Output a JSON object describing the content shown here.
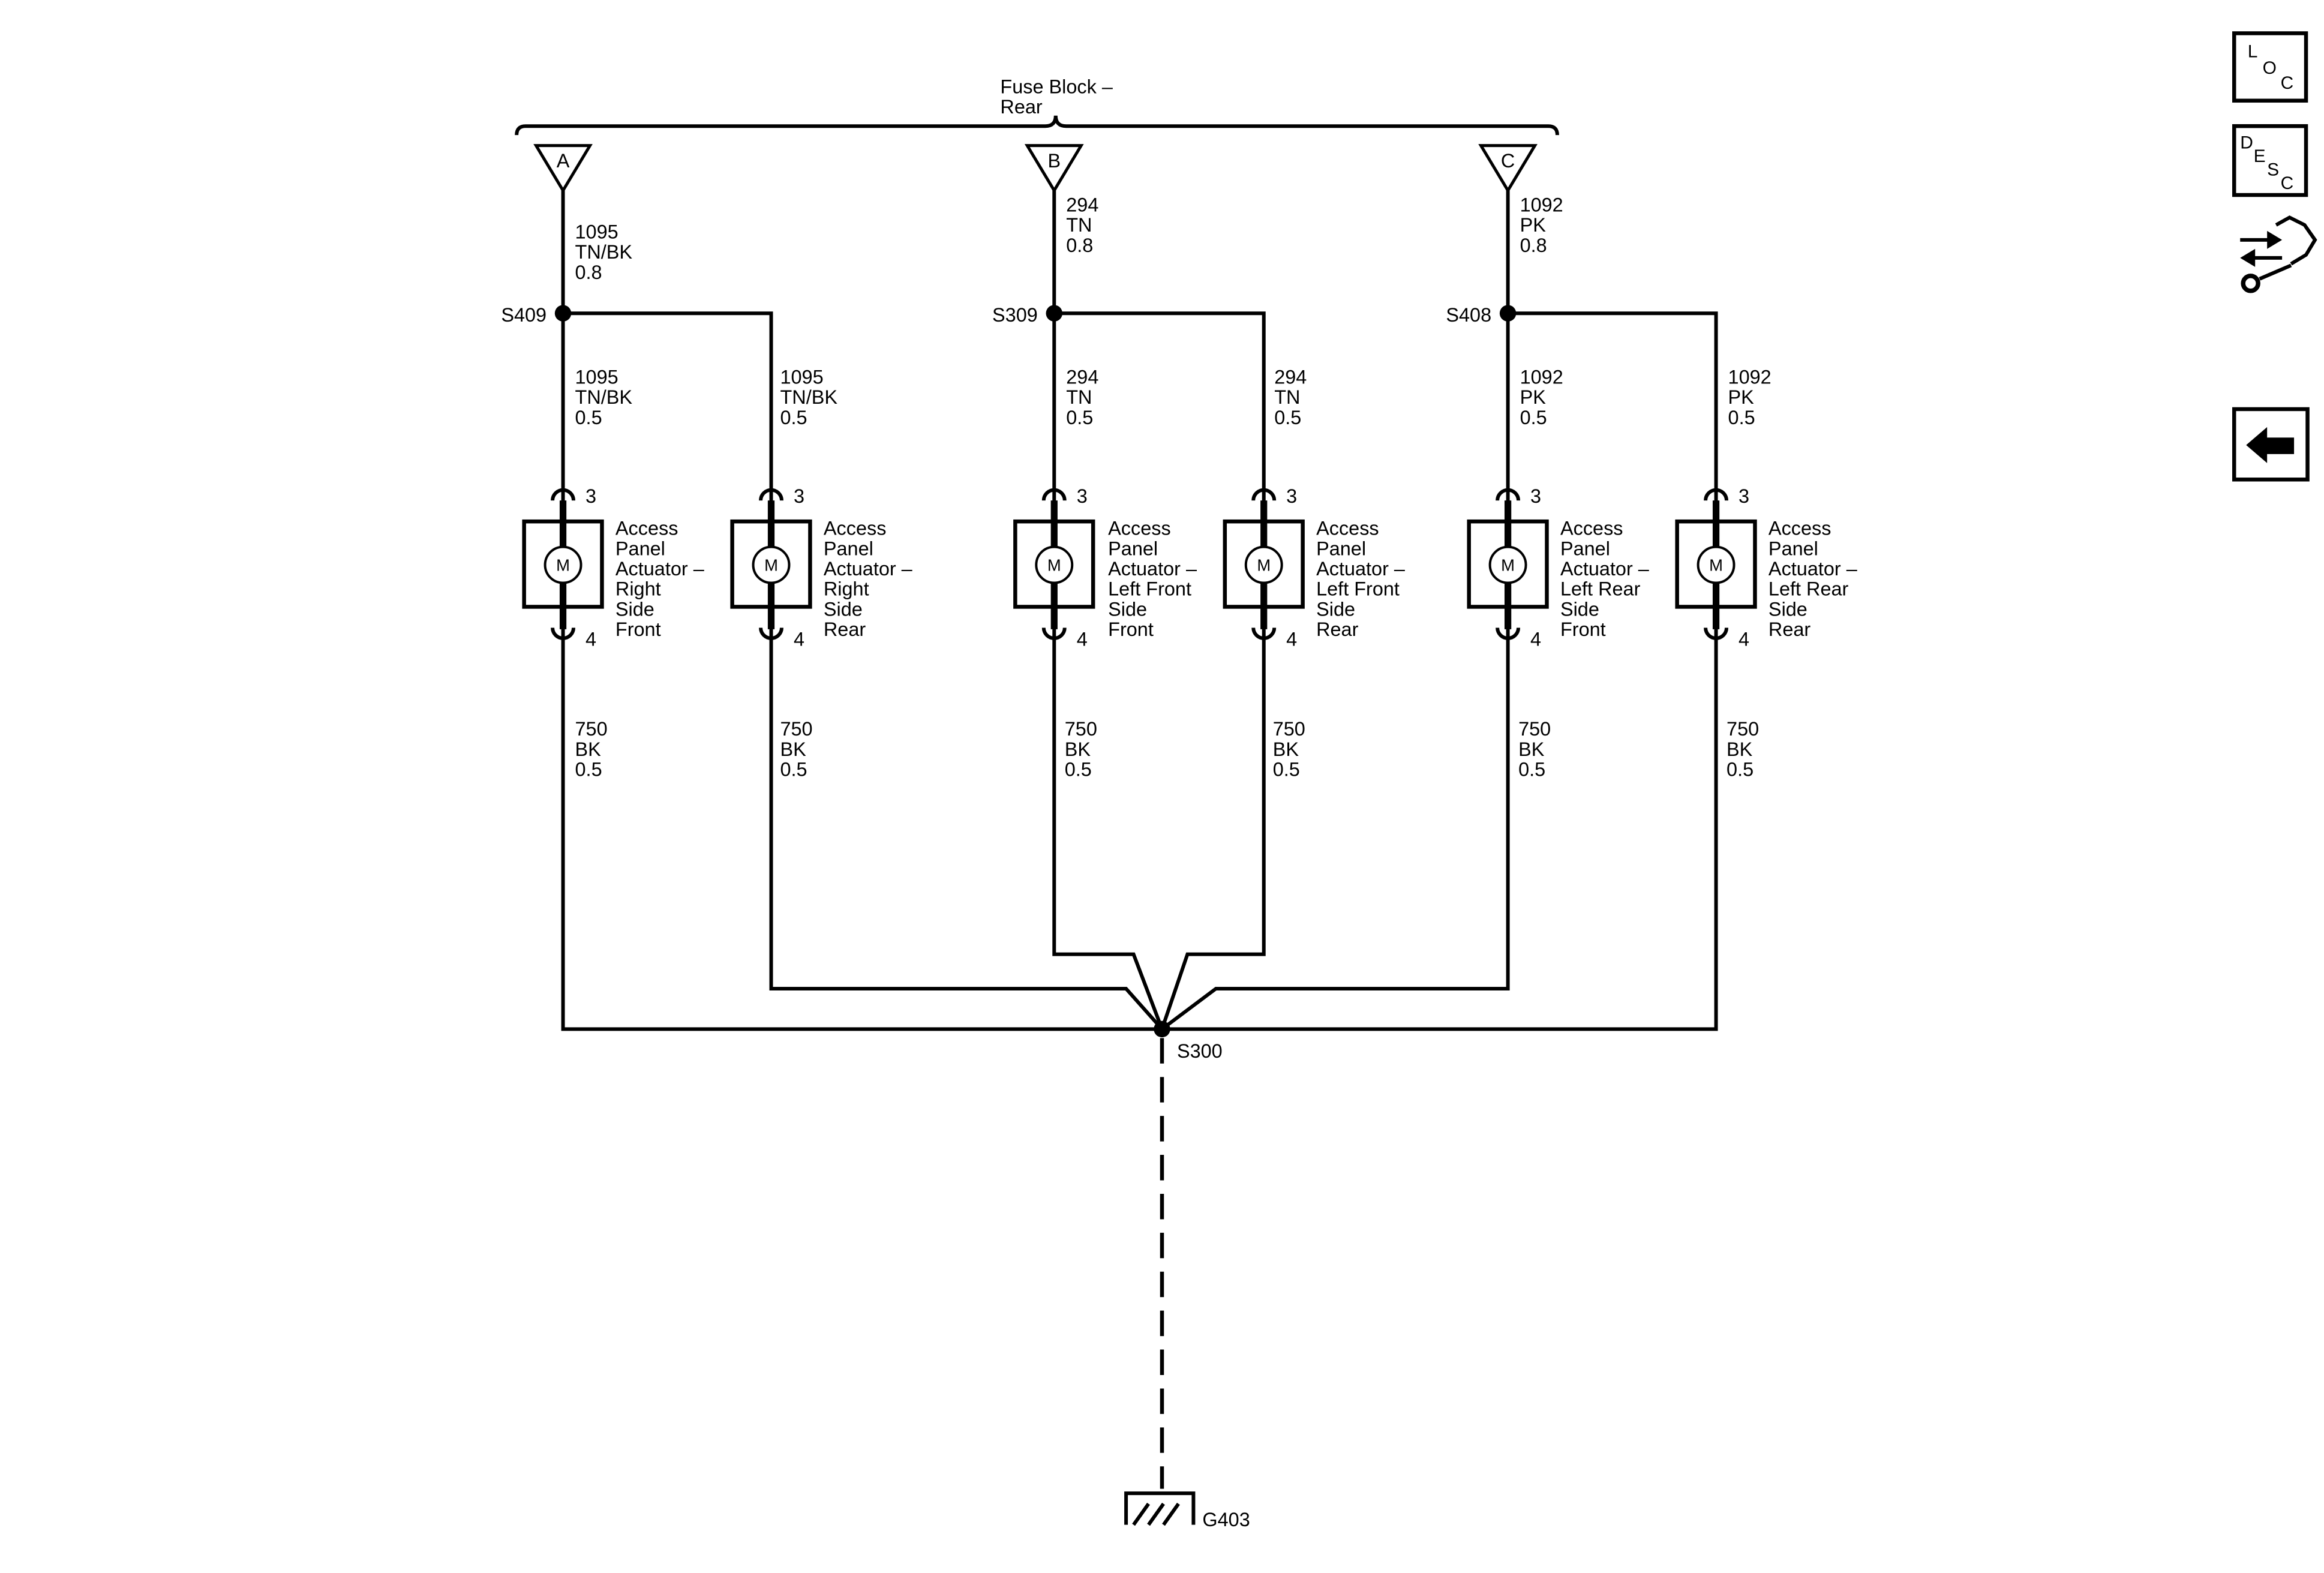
{
  "fuse_block": {
    "label_line1": "Fuse Block –",
    "label_line2": "Rear"
  },
  "connectors": [
    {
      "letter": "A",
      "feed": {
        "circuit": "1095",
        "color": "TN/BK",
        "size": "0.8"
      },
      "splice": "S409"
    },
    {
      "letter": "B",
      "feed": {
        "circuit": "294",
        "color": "TN",
        "size": "0.8"
      },
      "splice": "S309"
    },
    {
      "letter": "C",
      "feed": {
        "circuit": "1092",
        "color": "PK",
        "size": "0.8"
      },
      "splice": "S408"
    }
  ],
  "actuators": [
    {
      "name_lines": [
        "Access",
        "Panel",
        "Actuator –",
        "Right",
        "Side",
        "Front"
      ],
      "supply": {
        "circuit": "1095",
        "color": "TN/BK",
        "size": "0.5"
      },
      "pin_supply": "3",
      "motor_symbol": "M",
      "pin_ground": "4",
      "ground_wire": {
        "circuit": "750",
        "color": "BK",
        "size": "0.5"
      }
    },
    {
      "name_lines": [
        "Access",
        "Panel",
        "Actuator –",
        "Right",
        "Side",
        "Rear"
      ],
      "supply": {
        "circuit": "1095",
        "color": "TN/BK",
        "size": "0.5"
      },
      "pin_supply": "3",
      "motor_symbol": "M",
      "pin_ground": "4",
      "ground_wire": {
        "circuit": "750",
        "color": "BK",
        "size": "0.5"
      }
    },
    {
      "name_lines": [
        "Access",
        "Panel",
        "Actuator –",
        "Left Front",
        "Side",
        "Front"
      ],
      "supply": {
        "circuit": "294",
        "color": "TN",
        "size": "0.5"
      },
      "pin_supply": "3",
      "motor_symbol": "M",
      "pin_ground": "4",
      "ground_wire": {
        "circuit": "750",
        "color": "BK",
        "size": "0.5"
      }
    },
    {
      "name_lines": [
        "Access",
        "Panel",
        "Actuator –",
        "Left Front",
        "Side",
        "Rear"
      ],
      "supply": {
        "circuit": "294",
        "color": "TN",
        "size": "0.5"
      },
      "pin_supply": "3",
      "motor_symbol": "M",
      "pin_ground": "4",
      "ground_wire": {
        "circuit": "750",
        "color": "BK",
        "size": "0.5"
      }
    },
    {
      "name_lines": [
        "Access",
        "Panel",
        "Actuator –",
        "Left Rear",
        "Side",
        "Front"
      ],
      "supply": {
        "circuit": "1092",
        "color": "PK",
        "size": "0.5"
      },
      "pin_supply": "3",
      "motor_symbol": "M",
      "pin_ground": "4",
      "ground_wire": {
        "circuit": "750",
        "color": "BK",
        "size": "0.5"
      }
    },
    {
      "name_lines": [
        "Access",
        "Panel",
        "Actuator –",
        "Left Rear",
        "Side",
        "Rear"
      ],
      "supply": {
        "circuit": "1092",
        "color": "PK",
        "size": "0.5"
      },
      "pin_supply": "3",
      "motor_symbol": "M",
      "pin_ground": "4",
      "ground_wire": {
        "circuit": "750",
        "color": "BK",
        "size": "0.5"
      }
    }
  ],
  "ground_splice": "S300",
  "ground": "G403",
  "nav": {
    "loc": {
      "letters": [
        "L",
        "O",
        "C"
      ],
      "icon": "loc-icon"
    },
    "desc": {
      "letters": [
        "D",
        "E",
        "S",
        "C"
      ],
      "icon": "desc-icon"
    },
    "connector_icon": "wrench-connector-icon",
    "back_icon": "back-arrow-icon"
  },
  "colors": {
    "line": "#000000",
    "background": "#ffffff"
  }
}
